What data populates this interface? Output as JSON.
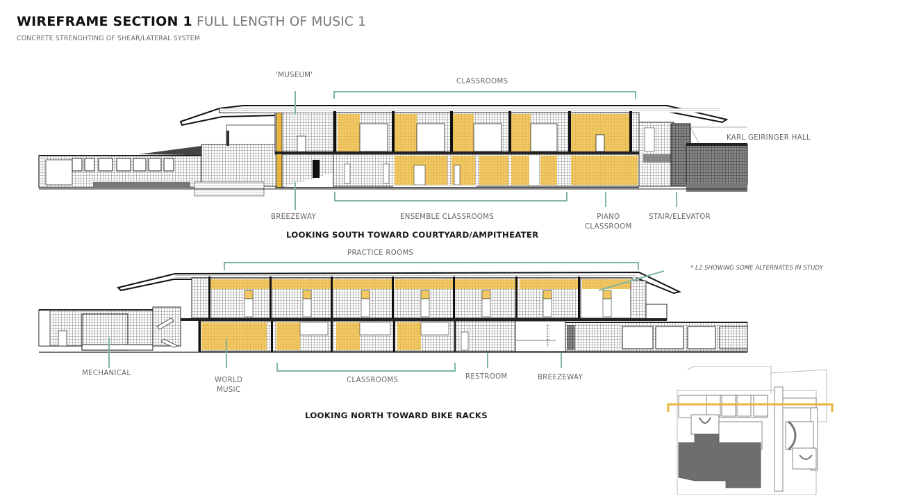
{
  "header": {
    "title_bold": "WIREFRAME SECTION 1",
    "title_light": "FULL LENGTH OF MUSIC 1",
    "subtitle": "CONCRETE STRENGHTING OF SHEAR/LATERAL SYSTEM"
  },
  "south_section": {
    "caption": "LOOKING SOUTH TOWARD COURTYARD/AMPITHEATER",
    "labels": {
      "museum": "'MUSEUM'",
      "classrooms": "CLASSROOMS",
      "karl_geiringer_hall": "KARL GEIRINGER HALL",
      "breezeway": "BREEZEWAY",
      "ensemble_classrooms": "ENSEMBLE CLASSROOMS",
      "piano_classroom_1": "PIANO",
      "piano_classroom_2": "CLASSROOM",
      "stair_elevator": "STAIR/ELEVATOR"
    }
  },
  "north_section": {
    "caption": "LOOKING NORTH TOWARD BIKE RACKS",
    "note": "* L2 SHOWING SOME ALTERNATES IN STUDY",
    "labels": {
      "practice_rooms": "PRACTICE ROOMS",
      "mechanical": "MECHANICAL",
      "world_music_1": "WORLD",
      "world_music_2": "MUSIC",
      "classrooms": "CLASSROOMS",
      "restroom": "RESTROOM",
      "breezeway": "BREEZEWAY"
    }
  },
  "key_plan": {
    "section_cut_color": "#e8b53a",
    "building_fill": "#6e6e6e"
  },
  "colors": {
    "highlight_yellow": "#f2c862",
    "leader_green": "#7fb6a6",
    "line_dark": "#222222"
  }
}
